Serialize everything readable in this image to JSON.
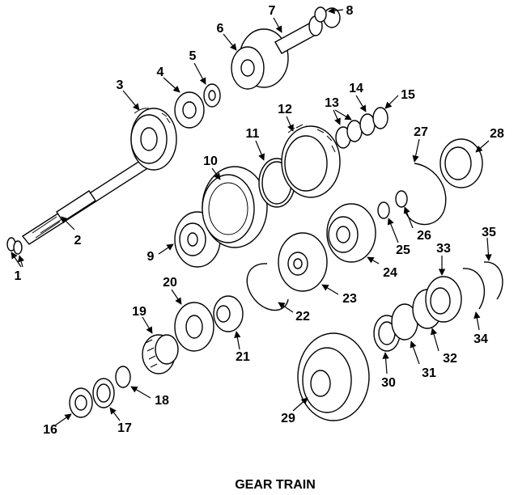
{
  "diagram": {
    "caption": "GEAR TRAIN",
    "callouts": [
      "1",
      "2",
      "3",
      "4",
      "5",
      "6",
      "7",
      "8",
      "9",
      "10",
      "11",
      "12",
      "13",
      "14",
      "15",
      "16",
      "17",
      "18",
      "19",
      "20",
      "21",
      "22",
      "23",
      "24",
      "25",
      "26",
      "27",
      "28",
      "29",
      "30",
      "31",
      "32",
      "33",
      "34",
      "35"
    ]
  },
  "colors": {
    "line": "#000000",
    "background": "#ffffff"
  }
}
